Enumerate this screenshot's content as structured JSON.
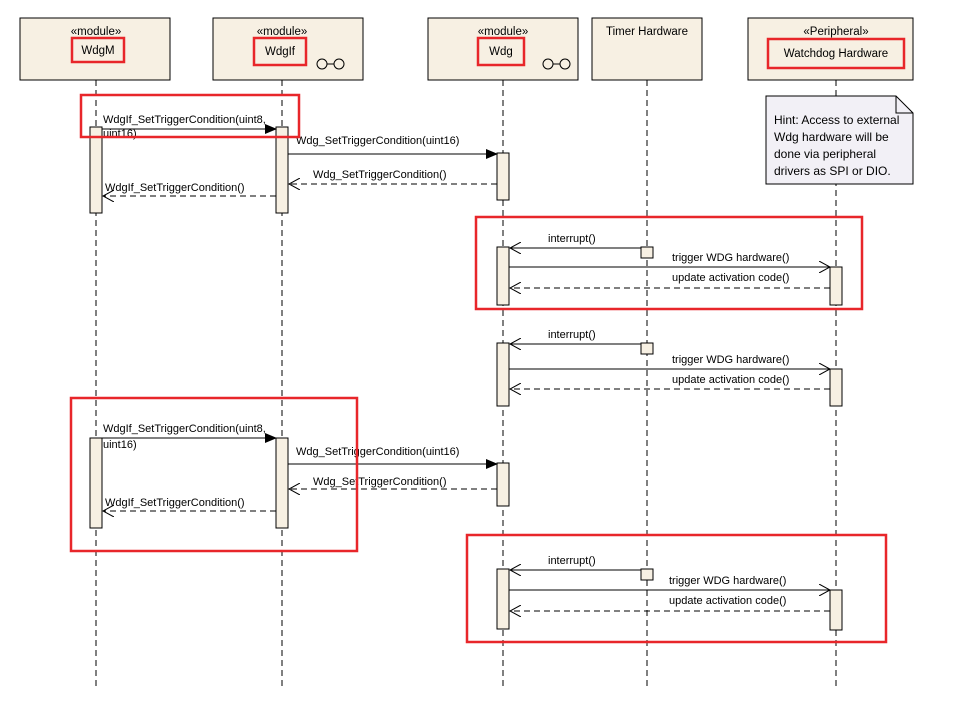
{
  "lifelines": [
    {
      "stereotype": "«module»",
      "name": "WdgM",
      "highlighted": true,
      "has_interface_icon": false
    },
    {
      "stereotype": "«module»",
      "name": "WdgIf",
      "highlighted": true,
      "has_interface_icon": true
    },
    {
      "stereotype": "«module»",
      "name": "Wdg",
      "highlighted": true,
      "has_interface_icon": true
    },
    {
      "stereotype": "",
      "name": "Timer Hardware",
      "highlighted": false,
      "has_interface_icon": false
    },
    {
      "stereotype": "«Peripheral»",
      "name": "Watchdog Hardware",
      "highlighted": true,
      "has_interface_icon": false
    }
  ],
  "note": {
    "lines": [
      "Hint: Access to external",
      "Wdg hardware will be",
      "done via peripheral",
      "drivers as SPI or DIO."
    ]
  },
  "messages": {
    "m1_line1": "WdgIf_SetTriggerCondition(uint8,",
    "m1_line2": "uint16)",
    "m2": "Wdg_SetTriggerCondition(uint16)",
    "m3": "Wdg_SetTriggerCondition()",
    "m4": "WdgIf_SetTriggerCondition()",
    "b1_interrupt": "interrupt()",
    "b1_trigger": "trigger WDG hardware()",
    "b1_update": "update activation code()",
    "b2_interrupt": "interrupt()",
    "b2_trigger": "trigger WDG hardware()",
    "b2_update": "update activation code()",
    "m5_line1": "WdgIf_SetTriggerCondition(uint8,",
    "m5_line2": "uint16)",
    "m6": "Wdg_SetTriggerCondition(uint16)",
    "m7": "Wdg_SetTriggerCondition()",
    "m8": "WdgIf_SetTriggerCondition()",
    "b3_interrupt": "interrupt()",
    "b3_trigger": "trigger WDG hardware()",
    "b3_update": "update activation code()"
  },
  "colors": {
    "box_fill": "#f7f0e3",
    "highlight": "#e8262a",
    "note_fill": "#f2f0f6",
    "line": "#000000"
  }
}
